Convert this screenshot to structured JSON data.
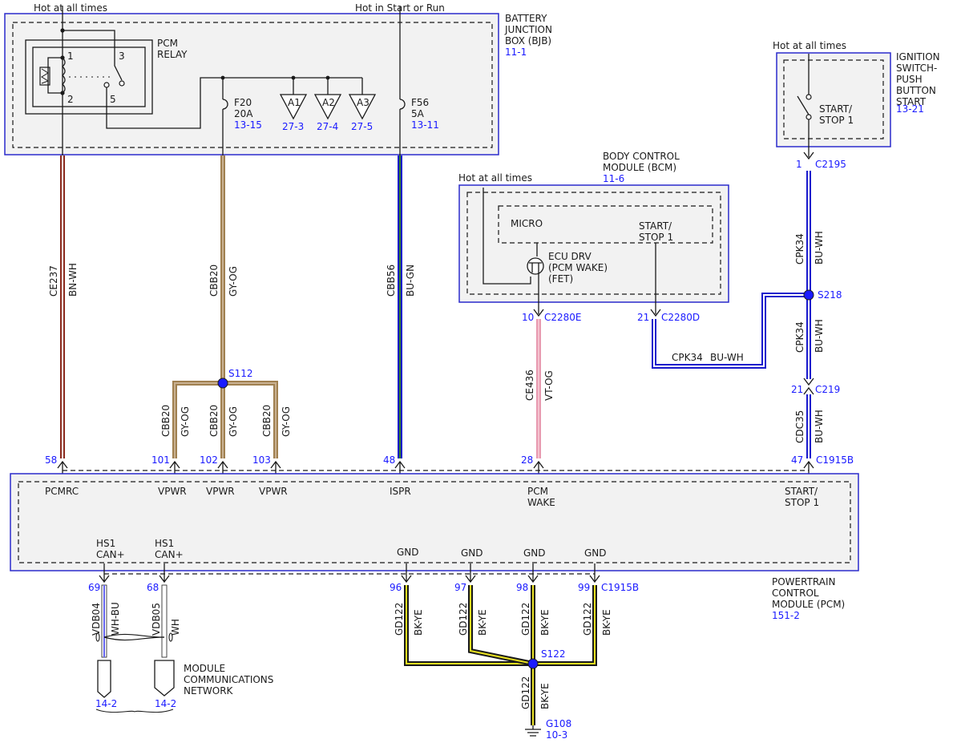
{
  "power_labels": {
    "hot_at_all_times_top": "Hot at all times",
    "hot_in_start_or_run": "Hot in Start or Run",
    "hot_at_all_times_bcm": "Hot at all times",
    "hot_at_all_times_ign": "Hot at all times"
  },
  "bjb": {
    "name_lines": [
      "BATTERY",
      "JUNCTION",
      "BOX (BJB)"
    ],
    "ref": "11-1",
    "relay_label_lines": [
      "PCM",
      "RELAY"
    ],
    "relay_pins": [
      "1",
      "2",
      "3",
      "5"
    ],
    "fuse_f20": {
      "name": "F20",
      "rating": "20A",
      "ref": "13-15"
    },
    "fuse_f56": {
      "name": "F56",
      "rating": "5A",
      "ref": "13-11"
    },
    "connectors": [
      {
        "label": "A1",
        "ref": "27-3"
      },
      {
        "label": "A2",
        "ref": "27-4"
      },
      {
        "label": "A3",
        "ref": "27-5"
      }
    ]
  },
  "bcm": {
    "name_lines": [
      "BODY CONTROL",
      "MODULE (BCM)"
    ],
    "ref": "11-6",
    "micro": "MICRO",
    "start_stop_lines": [
      "START/",
      "STOP 1"
    ],
    "ecu_drv_lines": [
      "ECU DRV",
      "(PCM WAKE)",
      "(FET)"
    ],
    "pin_10": "10",
    "conn_10": "C2280E",
    "pin_21": "21",
    "conn_21": "C2280D"
  },
  "ignition": {
    "name_lines": [
      "IGNITION",
      "SWITCH-",
      "PUSH",
      "BUTTON",
      "START"
    ],
    "ref": "13-21",
    "start_stop_lines": [
      "START/",
      "STOP 1"
    ],
    "pin": "1",
    "conn": "C2195"
  },
  "wires": {
    "ce237": {
      "circuit": "CE237",
      "color": "BN-WH"
    },
    "cbb20": {
      "circuit": "CBB20",
      "color": "GY-OG"
    },
    "cbb56": {
      "circuit": "CBB56",
      "color": "BU-GN"
    },
    "ce436": {
      "circuit": "CE436",
      "color": "VT-OG"
    },
    "cpk34_top": {
      "circuit": "CPK34",
      "color": "BU-WH"
    },
    "cpk34_mid": {
      "circuit": "CPK34",
      "color": "BU-WH"
    },
    "cpk34_horiz": {
      "circuit": "CPK34",
      "color": "BU-WH"
    },
    "cdc35": {
      "circuit": "CDC35",
      "color": "BU-WH"
    },
    "vdb04": {
      "circuit": "VDB04",
      "color": "WH-BU"
    },
    "vdb05": {
      "circuit": "VDB05",
      "color": "WH"
    },
    "gd122": {
      "circuit": "GD122",
      "color": "BK-YE"
    }
  },
  "splices": {
    "s112": "S112",
    "s218": "S218",
    "s122": "S122"
  },
  "pcm": {
    "name_lines": [
      "POWERTRAIN",
      "CONTROL",
      "MODULE (PCM)"
    ],
    "ref": "151-2",
    "top_pins": [
      {
        "pin": "58",
        "label": "PCMRC"
      },
      {
        "pin": "101",
        "label": "VPWR"
      },
      {
        "pin": "102",
        "label": "VPWR"
      },
      {
        "pin": "103",
        "label": "VPWR"
      },
      {
        "pin": "48",
        "label": "ISPR"
      },
      {
        "pin": "28",
        "label": "PCM"
      },
      {
        "pin": "47",
        "label": "START/"
      }
    ],
    "wake_second_line": "WAKE",
    "stop_second_line": "STOP 1",
    "top_connector": "C1915B",
    "bottom_pins": [
      {
        "pin": "69",
        "label": "HS1",
        "label2": "CAN+"
      },
      {
        "pin": "68",
        "label": "HS1",
        "label2": "CAN+"
      },
      {
        "pin": "96",
        "label": "GND"
      },
      {
        "pin": "97",
        "label": "GND"
      },
      {
        "pin": "98",
        "label": "GND"
      },
      {
        "pin": "99",
        "label": "GND"
      }
    ],
    "bottom_connector": "C1915B"
  },
  "c219": {
    "pin": "21",
    "conn": "C219"
  },
  "network": {
    "name_lines": [
      "MODULE",
      "COMMUNICATIONS",
      "NETWORK"
    ],
    "ref_left": "14-2",
    "ref_right": "14-2"
  },
  "ground": {
    "name": "G108",
    "ref": "10-3"
  },
  "colors": {
    "box_border": "#2b2bcc",
    "ref_text": "#1a1aff",
    "splice_dot": "#1a1aff"
  }
}
